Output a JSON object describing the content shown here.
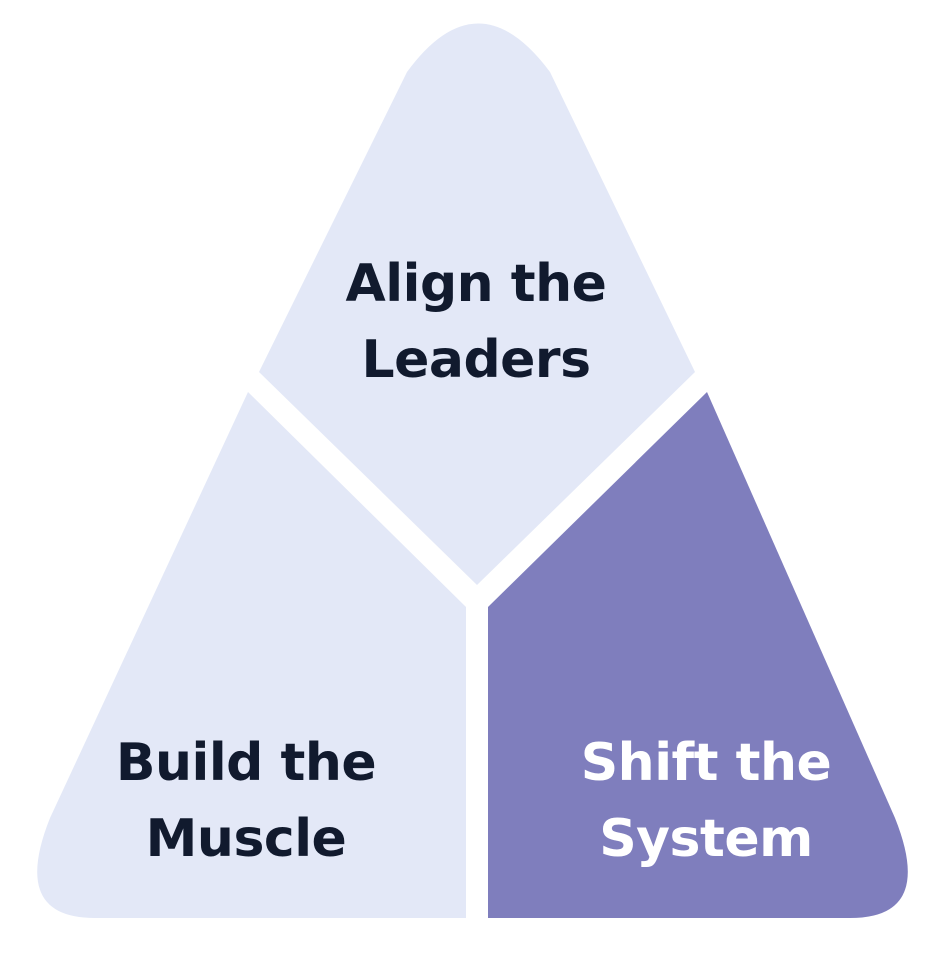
{
  "segments": {
    "top": {
      "line1": "Align the",
      "line2": "Leaders",
      "fill": "#E3E8F7",
      "text_color": "#111A2E"
    },
    "left": {
      "line1": "Build the",
      "line2": "Muscle",
      "fill": "#E3E8F7",
      "text_color": "#111A2E"
    },
    "right": {
      "line1": "Shift the",
      "line2": "System",
      "fill": "#7F7EBD",
      "text_color": "#FFFFFF"
    }
  }
}
